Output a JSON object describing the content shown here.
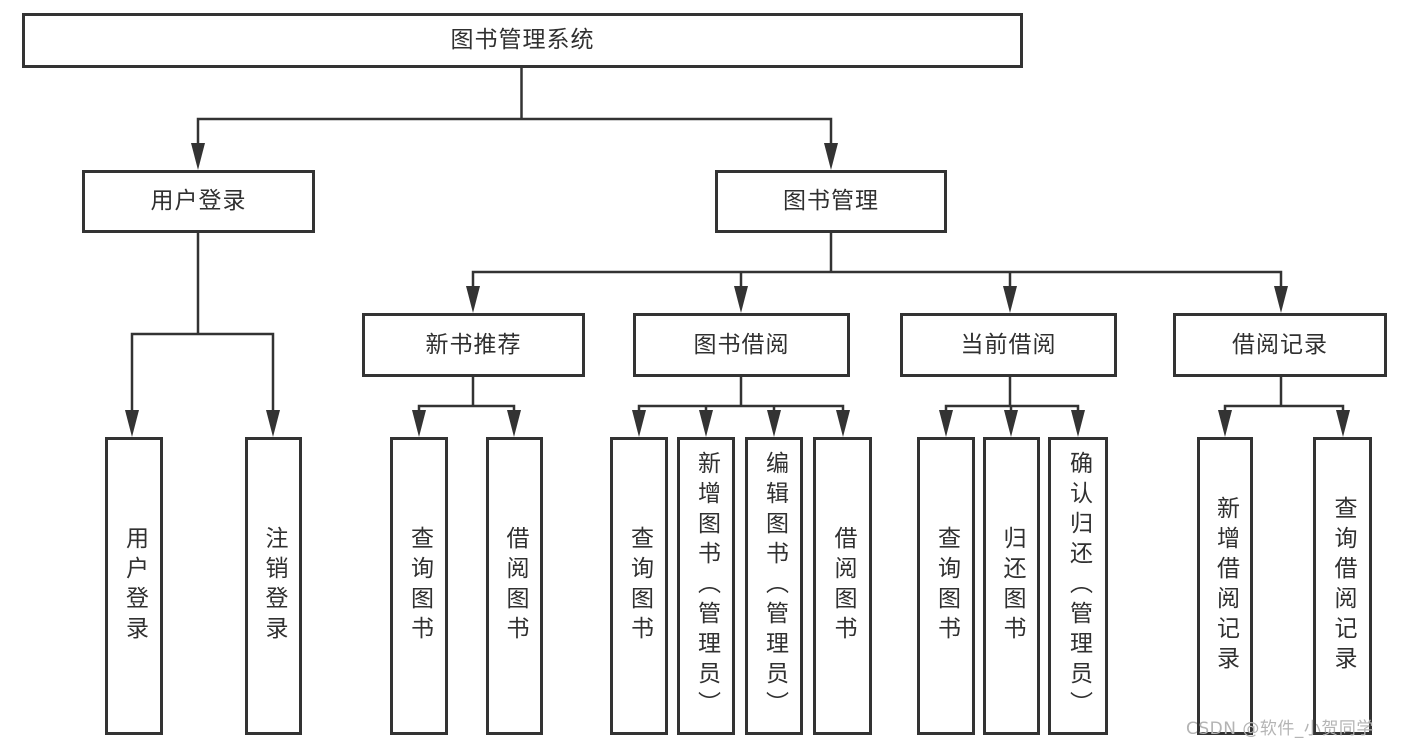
{
  "colors": {
    "line": "#333333",
    "box_border": "#333333",
    "text": "#303030",
    "background": "#ffffff",
    "watermark": "#b4b4b4"
  },
  "watermark": {
    "text": "CSDN @软件_小贺同学"
  },
  "tree": {
    "root": {
      "label": "图书管理系统"
    },
    "children": [
      {
        "label": "用户登录",
        "children": [
          {
            "label": "用户登录"
          },
          {
            "label": "注销登录"
          }
        ]
      },
      {
        "label": "图书管理",
        "children": [
          {
            "label": "新书推荐",
            "children": [
              {
                "label": "查询图书"
              },
              {
                "label": "借阅图书"
              }
            ]
          },
          {
            "label": "图书借阅",
            "children": [
              {
                "label": "查询图书"
              },
              {
                "label": "新增图书（管理员）"
              },
              {
                "label": "编辑图书（管理员）"
              },
              {
                "label": "借阅图书"
              }
            ]
          },
          {
            "label": "当前借阅",
            "children": [
              {
                "label": "查询图书"
              },
              {
                "label": "归还图书"
              },
              {
                "label": "确认归还（管理员）"
              }
            ]
          },
          {
            "label": "借阅记录",
            "children": [
              {
                "label": "新增借阅记录"
              },
              {
                "label": "查询借阅记录"
              }
            ]
          }
        ]
      }
    ]
  }
}
